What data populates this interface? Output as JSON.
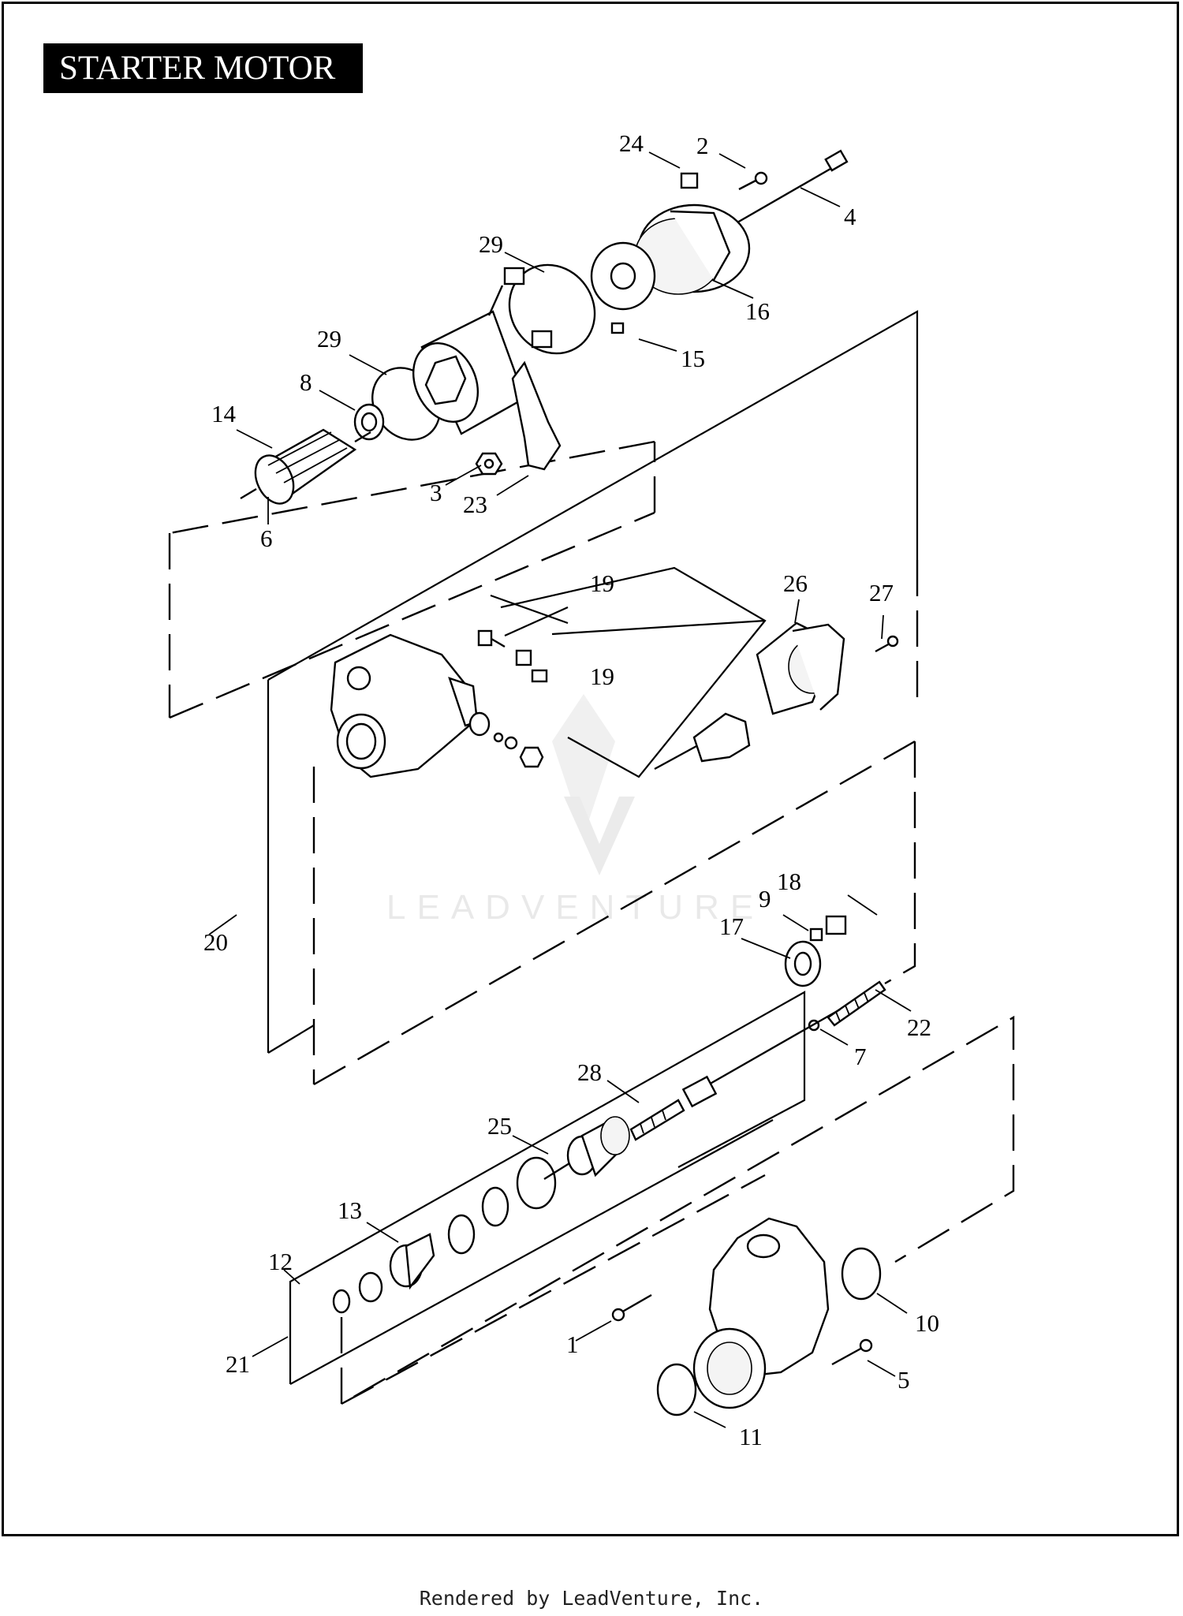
{
  "title": "STARTER MOTOR",
  "footer": "Rendered by LeadVenture, Inc.",
  "watermark": "LEADVENTURE",
  "callouts": {
    "c24": "24",
    "c2": "2",
    "c4": "4",
    "c29a": "29",
    "c16": "16",
    "c15": "15",
    "c29b": "29",
    "c8": "8",
    "c14": "14",
    "c3": "3",
    "c23": "23",
    "c6": "6",
    "c19a": "19",
    "c26": "26",
    "c27": "27",
    "c19b": "19",
    "c20": "20",
    "c18": "18",
    "c9": "9",
    "c17": "17",
    "c22": "22",
    "c7": "7",
    "c28": "28",
    "c25": "25",
    "c13": "13",
    "c12": "12",
    "c21": "21",
    "c1": "1",
    "c10": "10",
    "c5": "5",
    "c11": "11"
  }
}
